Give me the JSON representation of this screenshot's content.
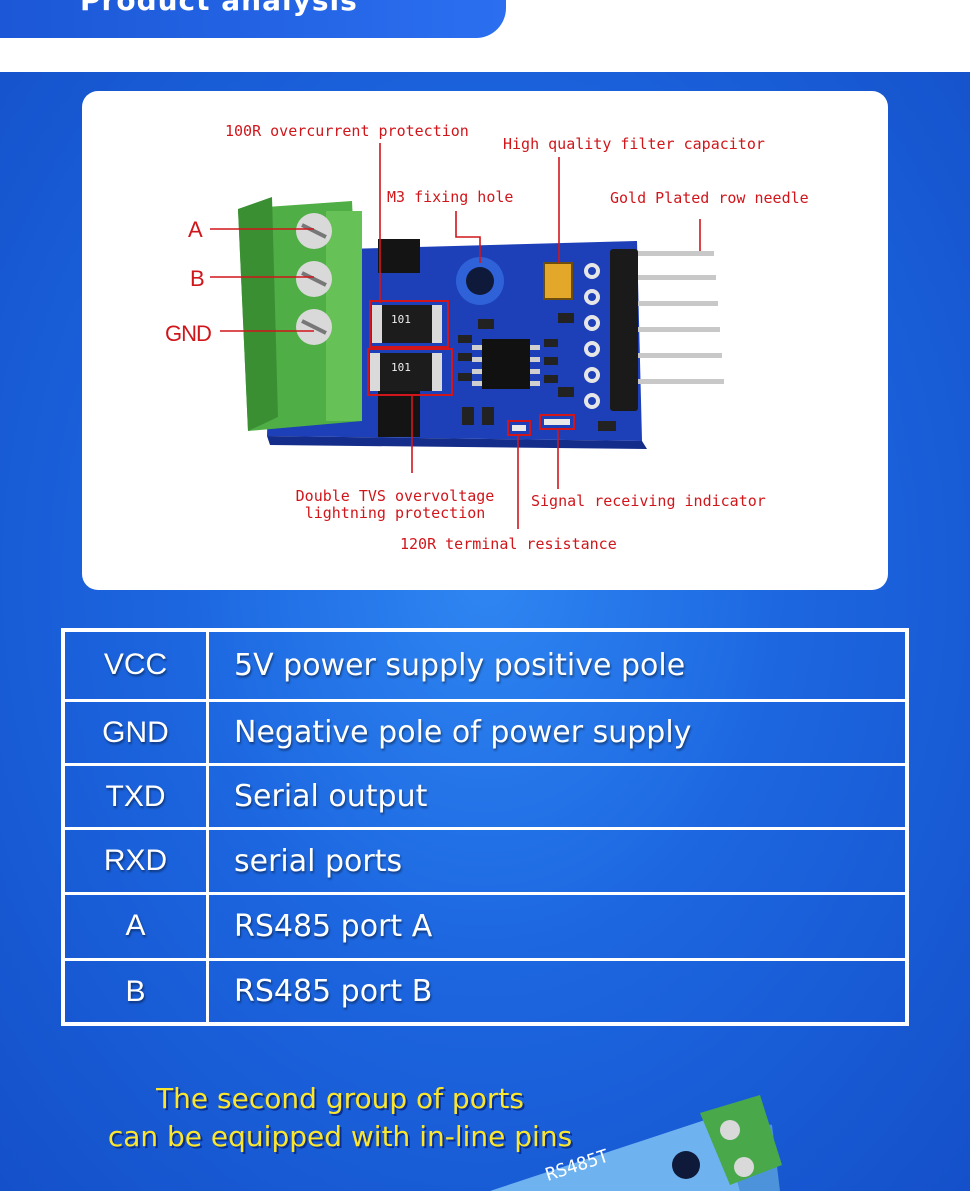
{
  "header": {
    "title": "Product analysis"
  },
  "photo": {
    "callouts": {
      "overcurrent": "100R overcurrent protection",
      "filter_capacitor": "High quality filter capacitor",
      "fixing_hole": "M3 fixing hole",
      "row_needle": "Gold Plated row needle",
      "tvs_line1": "Double TVS overvoltage",
      "tvs_line2": "lightning protection",
      "indicator": "Signal receiving indicator",
      "terminal_resistance": "120R terminal resistance"
    },
    "pin_labels": {
      "a": "A",
      "b": "B",
      "gnd": "GND"
    },
    "resistor_marking": "101"
  },
  "pin_table": {
    "rows": [
      {
        "signal": "VCC",
        "description": "5V power supply positive pole"
      },
      {
        "signal": "GND",
        "description": "Negative pole of power supply"
      },
      {
        "signal": "TXD",
        "description": "Serial output"
      },
      {
        "signal": "RXD",
        "description": "serial ports"
      },
      {
        "signal": "A",
        "description": "RS485 port A"
      },
      {
        "signal": "B",
        "description": "RS485 port B"
      }
    ]
  },
  "note": {
    "line1": "The second group of ports",
    "line2": "can be equipped with in-line pins"
  },
  "bottom_board": {
    "silkscreen": "RS485T"
  },
  "colors": {
    "callout_red": "#d0161b",
    "background_blue": "#1a5fd8",
    "note_yellow": "#fbe62e",
    "terminal_green": "#57b94a",
    "pcb_blue": "#1d3fb8"
  }
}
